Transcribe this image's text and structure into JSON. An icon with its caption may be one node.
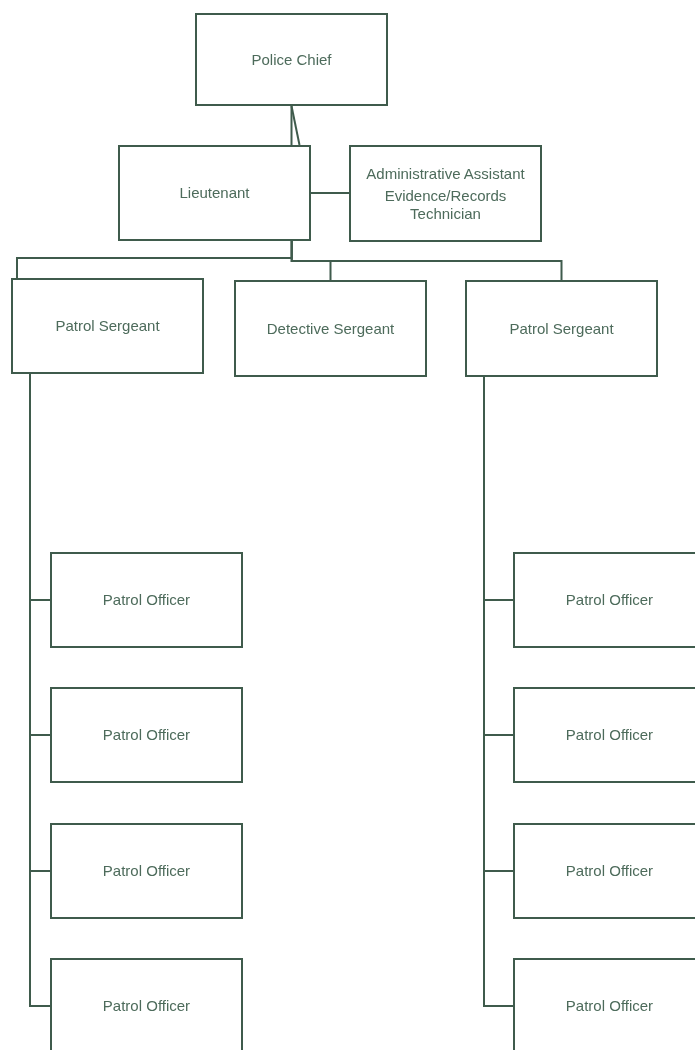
{
  "diagram": {
    "nodes": [
      {
        "text": [
          "Police Chief"
        ]
      },
      {
        "text": [
          "Lieutenant"
        ]
      },
      {
        "text": [
          "Administrative Assistant",
          "Evidence/Records Technician"
        ]
      },
      {
        "text": [
          "Patrol Sergeant"
        ]
      },
      {
        "text": [
          "Detective Sergeant"
        ]
      },
      {
        "text": [
          "Patrol Sergeant"
        ]
      },
      {
        "text": [
          "Patrol Officer"
        ]
      },
      {
        "text": [
          "Patrol Officer"
        ]
      },
      {
        "text": [
          "Patrol Officer"
        ]
      },
      {
        "text": [
          "Patrol Officer"
        ]
      },
      {
        "text": [
          "Patrol Officer"
        ]
      },
      {
        "text": [
          "Patrol Officer"
        ]
      },
      {
        "text": [
          "Patrol Officer"
        ]
      },
      {
        "text": [
          "Patrol Officer"
        ]
      }
    ],
    "edges": [
      {
        "from": 0,
        "to": 1,
        "arrow": "none"
      },
      {
        "from": 0,
        "to": 1,
        "arrow": "none"
      },
      {
        "from": 1,
        "to": 2,
        "arrow": "none"
      },
      {
        "from": 1,
        "to": 3,
        "arrow": "none"
      },
      {
        "from": 1,
        "to": 4,
        "arrow": "none"
      },
      {
        "from": 1,
        "to": 5,
        "arrow": "none"
      },
      {
        "from": 3,
        "to": 6,
        "arrow": "none"
      },
      {
        "from": 3,
        "to": 7,
        "arrow": "none"
      },
      {
        "from": 3,
        "to": 8,
        "arrow": "none"
      },
      {
        "from": 3,
        "to": 9,
        "arrow": "none"
      },
      {
        "from": 5,
        "to": 10,
        "arrow": "none"
      },
      {
        "from": 5,
        "to": 11,
        "arrow": "none"
      },
      {
        "from": 5,
        "to": 12,
        "arrow": "none"
      },
      {
        "from": 5,
        "to": 13,
        "arrow": "none"
      }
    ]
  }
}
